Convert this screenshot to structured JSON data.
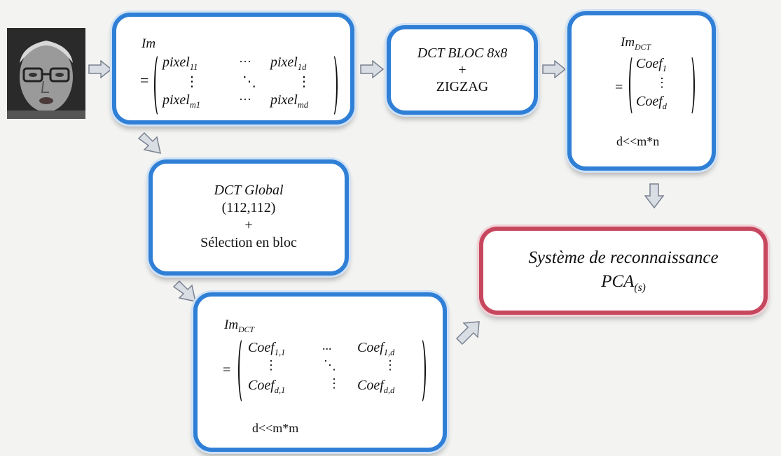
{
  "box_matrix": {
    "label": "Im",
    "eq": "=",
    "p11": "pixel",
    "p11s": "11",
    "p1d": "pixel",
    "p1ds": "1d",
    "pm1": "pixel",
    "pm1s": "m1",
    "pmd": "pixel",
    "pmds": "md",
    "hdots": "···",
    "vdots": "⋮",
    "ddots": "⋱"
  },
  "box_dct_bloc": {
    "line1": "DCT BLOC 8x8",
    "line2": "+",
    "line3": "ZIGZAG"
  },
  "box_result1": {
    "label": "Im",
    "label_sub": "DCT",
    "eq": "=",
    "c1": "Coef",
    "c1s": "1",
    "vdots": "⋮",
    "cd": "Coef",
    "cds": "d",
    "constraint": "d<<m*n"
  },
  "box_dct_global": {
    "line1": "DCT Global",
    "line2": "(112,112)",
    "line3": "+",
    "line4": "Sélection en bloc"
  },
  "box_result2": {
    "label": "Im",
    "label_sub": "DCT",
    "eq": "=",
    "c11": "Coef",
    "c11s": "1,1",
    "c1d": "Coef",
    "c1ds": "1,d",
    "cd1": "Coef",
    "cd1s": "d,1",
    "cdd": "Coef",
    "cdds": "d,d",
    "hdots": "...",
    "vdots": "⋮",
    "ddots": "⋱",
    "vdots2": "⋮",
    "constraint": "d<<m*m"
  },
  "box_system": {
    "line1": "Système de reconnaissance",
    "line2": "PCA",
    "line2_sub": "(s)"
  },
  "colors": {
    "blue_border": "#2f7fd6",
    "pink_border": "#c7475f",
    "arrow_fill": "#d9dde4"
  }
}
